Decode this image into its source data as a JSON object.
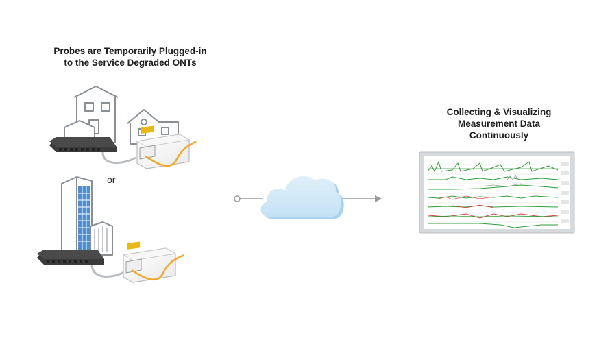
{
  "left_caption": {
    "line1": "Probes are Temporarily Plugged-in",
    "line2": "to the Service Degraded ONTs"
  },
  "or_label": "or",
  "right_caption": {
    "line1": "Collecting & Visualizing",
    "line2": "Measurement Data",
    "line3": "Continuously"
  },
  "colors": {
    "outline": "#8a8f96",
    "house_fill": "#ffffff",
    "ont_body": "#3b3b3b",
    "cable": "#f5a623",
    "connector": "#e8b817",
    "cloud": "#cfe8f6",
    "cloud_shadow": "#a9d2ec",
    "arrow": "#9a9a9a",
    "monitor_frame": "#cfd3d6",
    "plot_green": "#2e9e3a",
    "plot_red": "#e0403a"
  },
  "icons": [
    "house-icon",
    "ont-router-icon",
    "probe-device-icon",
    "office-building-icon",
    "cloud-icon",
    "arrow-icon",
    "monitor-dashboard-icon"
  ]
}
